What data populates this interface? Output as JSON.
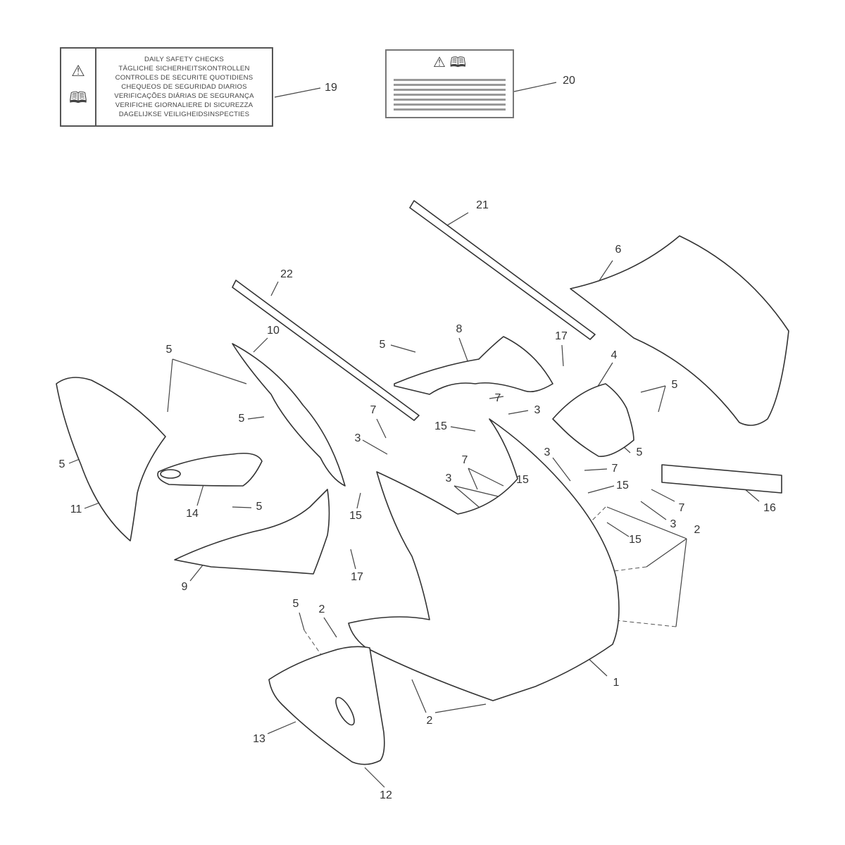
{
  "title": "Bodywork - Fairing parts diagram",
  "label_19": {
    "number": "19",
    "lines": [
      "DAILY SAFETY CHECKS",
      "TÄGLICHE SICHERHEITSKONTROLLEN",
      "CONTROLES DE SECURITE QUOTIDIENS",
      "CHEQUEOS DE SEGURIDAD DIARIOS",
      "VERIFICAÇÕES DIÁRIAS DE SEGURANÇA",
      "VERIFICHE GIORNALIERE DI SICUREZZA",
      "DAGELIJKSE VEILIGHEIDSINSPECTIES"
    ],
    "icons": [
      "warning-triangle-icon",
      "book-icon"
    ]
  },
  "label_20": {
    "number": "20",
    "icons": [
      "warning-triangle-icon",
      "book-icon"
    ]
  },
  "callouts": [
    "21",
    "22",
    "6",
    "10",
    "8",
    "17",
    "5",
    "5",
    "4",
    "5",
    "7",
    "7",
    "3",
    "15",
    "5",
    "3",
    "5",
    "3",
    "7",
    "7",
    "15",
    "3",
    "15",
    "5",
    "16",
    "7",
    "3",
    "11",
    "14",
    "5",
    "15",
    "15",
    "2",
    "9",
    "17",
    "5",
    "2",
    "1",
    "2",
    "13",
    "12"
  ]
}
